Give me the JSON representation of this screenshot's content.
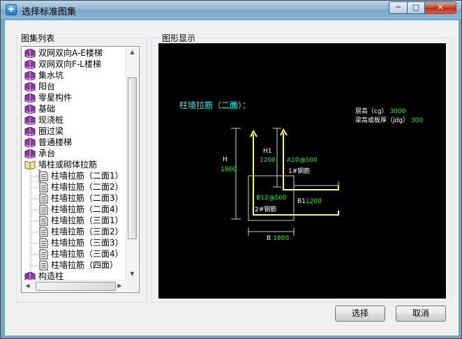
{
  "window": {
    "title": "选择标准图集",
    "min_glyph": "─",
    "max_glyph": "□",
    "close_glyph": "✕",
    "app_icon_glyph": "✚"
  },
  "left_panel": {
    "title": "图集列表"
  },
  "tree": {
    "books": [
      "双网双向A-E楼梯",
      "双网双向F-L楼梯",
      "集水坑",
      "阳台",
      "零星构件",
      "基础",
      "现浇桩",
      "圈过梁",
      "普通楼梯",
      "承台"
    ],
    "open_book": "墙柱或砌体拉筋",
    "children": [
      "柱墙拉筋（二面1）",
      "柱墙拉筋（二面2）",
      "柱墙拉筋（二面3）",
      "柱墙拉筋（二面4）",
      "柱墙拉筋（三面1）",
      "柱墙拉筋（三面2）",
      "柱墙拉筋（三面3）",
      "柱墙拉筋（三面4）",
      "柱墙拉筋（四面）"
    ],
    "selected_child": "柱墙拉筋（二面1）",
    "last_book": "构造柱"
  },
  "right_panel": {
    "title": "图形显示"
  },
  "drawing": {
    "heading": "柱墙拉筋（二面）：",
    "param1_label": "层高（cg）",
    "param1_value": "3000",
    "param2_label": "梁高或板厚（jdg）",
    "param2_value": "300",
    "h_label": "H",
    "h_value": "1800",
    "h1_label": "H1",
    "h1_value": "1200",
    "a_value": "A10@500",
    "bar1_label": "1#钢筋",
    "b1_value_label": "B12@500",
    "bar2_label": "2#钢筋",
    "b1_label": "B1",
    "b1_dim": "1200",
    "b_label": "B",
    "b_dim": "1800"
  },
  "buttons": {
    "select": "选择",
    "cancel": "取消"
  },
  "colors": {
    "drawing_bg": "#000000",
    "rebar": "#ffff33",
    "dim_text": "#00ff00",
    "heading": "#00ffff",
    "label": "#ffffff",
    "outline": "#cccccc"
  }
}
